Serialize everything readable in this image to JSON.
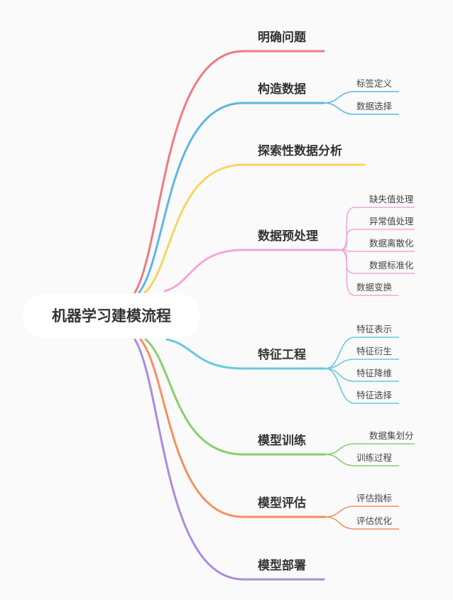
{
  "root": {
    "label": "机器学习建模流程"
  },
  "branches": [
    {
      "label": "明确问题",
      "color": "#f07b7f",
      "children": []
    },
    {
      "label": "构造数据",
      "color": "#5fb6e6",
      "children": [
        "标签定义",
        "数据选择"
      ]
    },
    {
      "label": "探索性数据分析",
      "color": "#f8d461",
      "children": []
    },
    {
      "label": "数据预处理",
      "color": "#f0a8dc",
      "children": [
        "缺失值处理",
        "异常值处理",
        "数据离散化",
        "数据标准化",
        "数据变换"
      ]
    },
    {
      "label": "特征工程",
      "color": "#6ac8e0",
      "children": [
        "特征表示",
        "特征衍生",
        "特征降维",
        "特征选择"
      ]
    },
    {
      "label": "模型训练",
      "color": "#88cf70",
      "children": [
        "数据集划分",
        "训练过程"
      ]
    },
    {
      "label": "模型评估",
      "color": "#f59060",
      "children": [
        "评估指标",
        "评估优化"
      ]
    },
    {
      "label": "模型部署",
      "color": "#a98ddf",
      "children": []
    }
  ]
}
